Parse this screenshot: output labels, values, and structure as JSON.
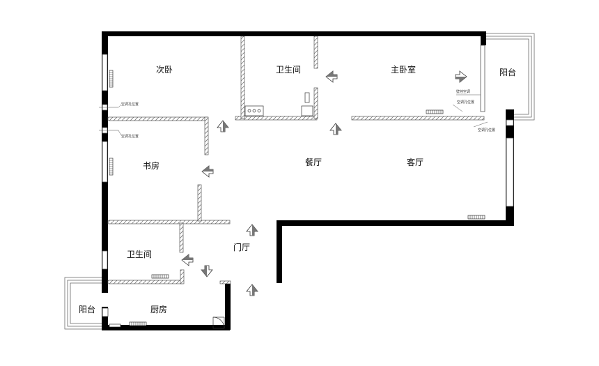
{
  "rooms": {
    "second_bedroom": "次卧",
    "bathroom_top": "卫生间",
    "master_bedroom": "主卧室",
    "balcony_right": "阳台",
    "study": "书房",
    "dining": "餐厅",
    "living": "客厅",
    "foyer": "门厅",
    "bathroom_bottom": "卫生间",
    "balcony_left": "阳台",
    "kitchen": "厨房"
  },
  "notes": {
    "ac_hole_1": "空调孔位置",
    "ac_hole_2": "空调孔位置",
    "ac_hole_3": "空调孔位置",
    "ac_hole_4": "空调孔位置",
    "wall_ac": "壁挂空调"
  }
}
